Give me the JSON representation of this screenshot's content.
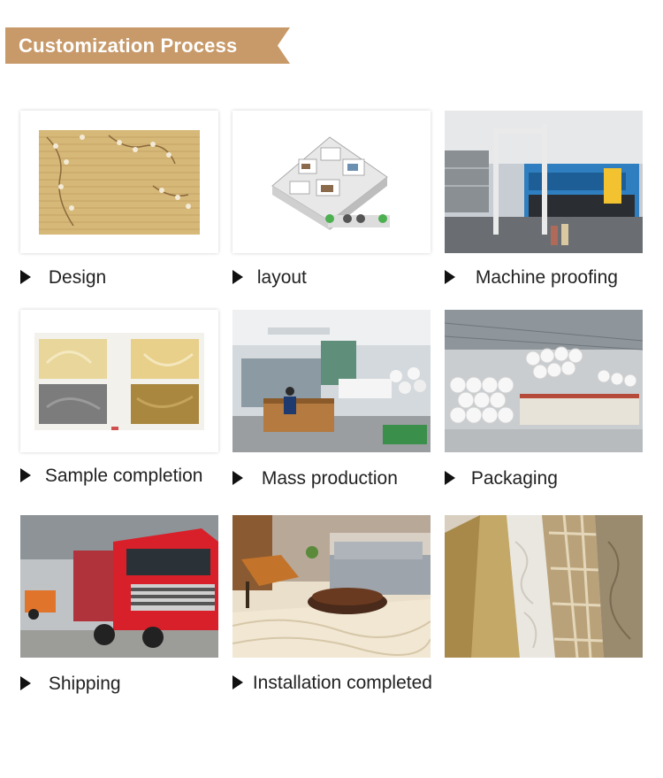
{
  "header": {
    "title": "Customization Process",
    "banner_color": "#c89a6a"
  },
  "steps": [
    {
      "label": "Design",
      "icon": "arrow-right-icon"
    },
    {
      "label": "layout",
      "icon": "arrow-right-icon"
    },
    {
      "label": "Machine proofing",
      "icon": "arrow-right-icon"
    },
    {
      "label": "Sample completion",
      "icon": "arrow-right-icon"
    },
    {
      "label": "Mass production",
      "icon": "arrow-right-icon"
    },
    {
      "label": "Packaging",
      "icon": "arrow-right-icon"
    },
    {
      "label": "Shipping",
      "icon": "arrow-right-icon"
    },
    {
      "label": "Installation completed",
      "icon": "arrow-right-icon"
    }
  ]
}
